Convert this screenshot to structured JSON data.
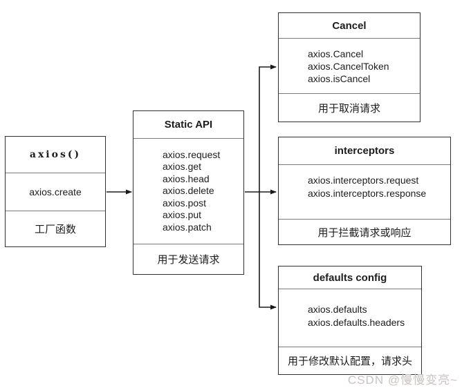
{
  "colors": {
    "background": "#ffffff",
    "box_border": "#2f2f2f",
    "divider": "#787878",
    "arrow": "#1a1a1a",
    "text": "#1c1c1c",
    "watermark": "#cbc2c2"
  },
  "diagram": {
    "nodes": [
      {
        "id": "axios",
        "title": "axios()",
        "items": [
          "axios.create"
        ],
        "footer": "工厂函数"
      },
      {
        "id": "static-api",
        "title": "Static API",
        "items": [
          "axios.request",
          "axios.get",
          "axios.head",
          "axios.delete",
          "axios.post",
          "axios.put",
          "axios.patch"
        ],
        "footer": "用于发送请求"
      },
      {
        "id": "cancel",
        "title": "Cancel",
        "items": [
          "axios.Cancel",
          "axios.CancelToken",
          "axios.isCancel"
        ],
        "footer": "用于取消请求"
      },
      {
        "id": "interceptors",
        "title": "interceptors",
        "items": [
          "axios.interceptors.request",
          "axios.interceptors.response"
        ],
        "footer": "用于拦截请求或响应"
      },
      {
        "id": "defaults-config",
        "title": "defaults config",
        "items": [
          "axios.defaults",
          "axios.defaults.headers"
        ],
        "footer": "用于修改默认配置，请求头"
      }
    ],
    "edges": [
      {
        "from": "axios",
        "to": "static-api"
      },
      {
        "from": "static-api",
        "to": "cancel"
      },
      {
        "from": "static-api",
        "to": "interceptors"
      },
      {
        "from": "static-api",
        "to": "defaults-config"
      }
    ]
  },
  "watermark": {
    "text": "CSDN @慢慢变亮~"
  }
}
